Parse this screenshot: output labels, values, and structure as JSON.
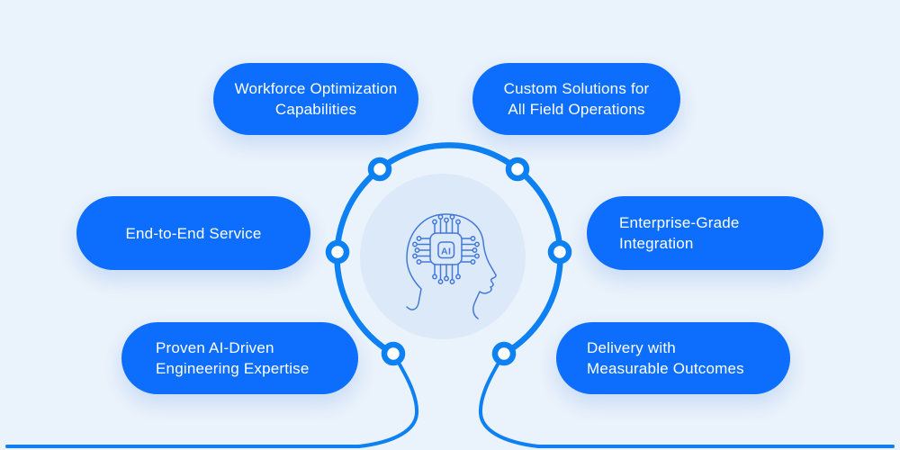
{
  "colors": {
    "bg": "#eaf2fb",
    "pillBg": "#0d6efd",
    "pillText": "#ffffff",
    "stroke": "#0d80f2",
    "nodeFill": "#ffffff",
    "innerCircle": "#dce9f8",
    "headStroke": "#4379d8"
  },
  "pills": [
    {
      "id": "workforce-optimization",
      "lines": [
        "Workforce Optimization",
        "Capabilities"
      ]
    },
    {
      "id": "custom-solutions",
      "lines": [
        "Custom Solutions for",
        "All Field Operations"
      ]
    },
    {
      "id": "end-to-end-service",
      "lines": [
        "End-to-End Service"
      ]
    },
    {
      "id": "enterprise-integration",
      "lines": [
        "Enterprise-Grade",
        "Integration"
      ]
    },
    {
      "id": "proven-ai-expertise",
      "lines": [
        "Proven AI-Driven",
        "Engineering Expertise"
      ]
    },
    {
      "id": "delivery-outcomes",
      "lines": [
        "Delivery with",
        "Measurable Outcomes"
      ]
    }
  ],
  "center": {
    "chip_label": "AI"
  }
}
